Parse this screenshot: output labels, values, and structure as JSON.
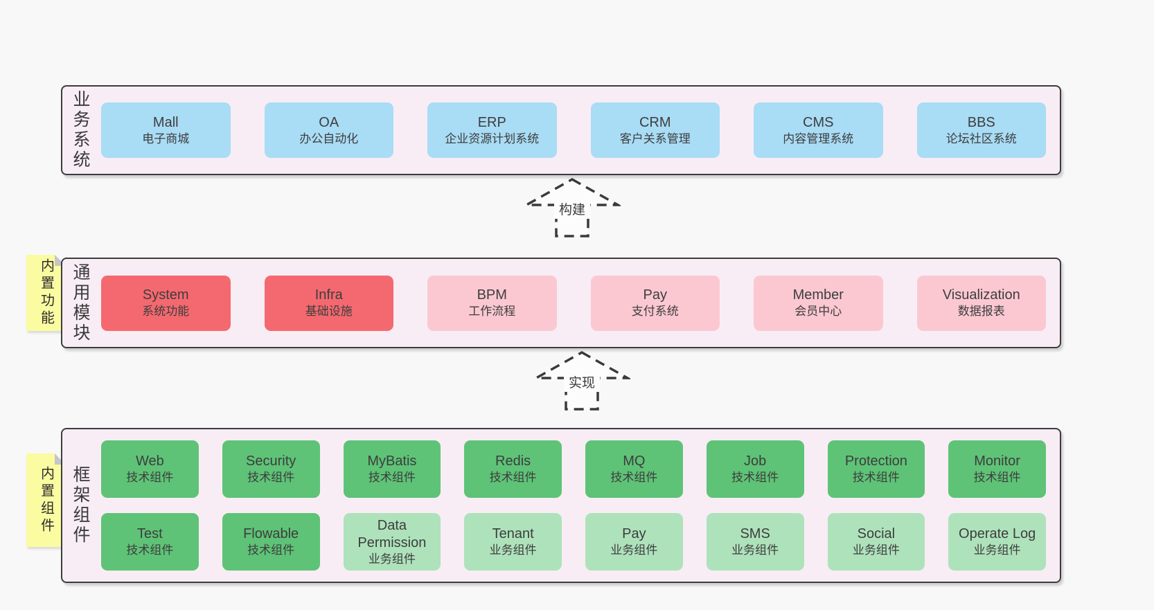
{
  "page": {
    "background": "#f8f8f8"
  },
  "colors": {
    "panel_fill": "#f8edf5",
    "panel_border": "#3c3c3c",
    "business_box_blue": "#a9dcf5",
    "module_box_red": "#f4696f",
    "module_box_pink": "#fbc8d2",
    "component_box_green": "#5ec377",
    "component_box_light_green": "#aee2bb",
    "sticky_yellow": "#fbfba1",
    "text": "#3d3d3d"
  },
  "arrows": [
    {
      "label": "构建"
    },
    {
      "label": "实现"
    }
  ],
  "layers": {
    "business": {
      "label": "业务系统",
      "boxes": [
        {
          "name": "Mall",
          "desc": "电子商城"
        },
        {
          "name": "OA",
          "desc": "办公自动化"
        },
        {
          "name": "ERP",
          "desc": "企业资源计划系统"
        },
        {
          "name": "CRM",
          "desc": "客户关系管理"
        },
        {
          "name": "CMS",
          "desc": "内容管理系统"
        },
        {
          "name": "BBS",
          "desc": "论坛社区系统"
        }
      ]
    },
    "modules": {
      "label": "通用模块",
      "sticky": "内置功能",
      "boxes": [
        {
          "name": "System",
          "desc": "系统功能"
        },
        {
          "name": "Infra",
          "desc": "基础设施"
        },
        {
          "name": "BPM",
          "desc": "工作流程"
        },
        {
          "name": "Pay",
          "desc": "支付系统"
        },
        {
          "name": "Member",
          "desc": "会员中心"
        },
        {
          "name": "Visualization",
          "desc": "数据报表"
        }
      ]
    },
    "framework": {
      "label": "框架组件",
      "sticky": "内置组件",
      "rows": [
        [
          {
            "name": "Web",
            "desc": "技术组件"
          },
          {
            "name": "Security",
            "desc": "技术组件"
          },
          {
            "name": "MyBatis",
            "desc": "技术组件"
          },
          {
            "name": "Redis",
            "desc": "技术组件"
          },
          {
            "name": "MQ",
            "desc": "技术组件"
          },
          {
            "name": "Job",
            "desc": "技术组件"
          },
          {
            "name": "Protection",
            "desc": "技术组件"
          },
          {
            "name": "Monitor",
            "desc": "技术组件"
          }
        ],
        [
          {
            "name": "Test",
            "desc": "技术组件"
          },
          {
            "name": "Flowable",
            "desc": "技术组件"
          },
          {
            "name": "Data Permission",
            "desc": "业务组件"
          },
          {
            "name": "Tenant",
            "desc": "业务组件"
          },
          {
            "name": "Pay",
            "desc": "业务组件"
          },
          {
            "name": "SMS",
            "desc": "业务组件"
          },
          {
            "name": "Social",
            "desc": "业务组件"
          },
          {
            "name": "Operate Log",
            "desc": "业务组件"
          }
        ]
      ]
    }
  }
}
